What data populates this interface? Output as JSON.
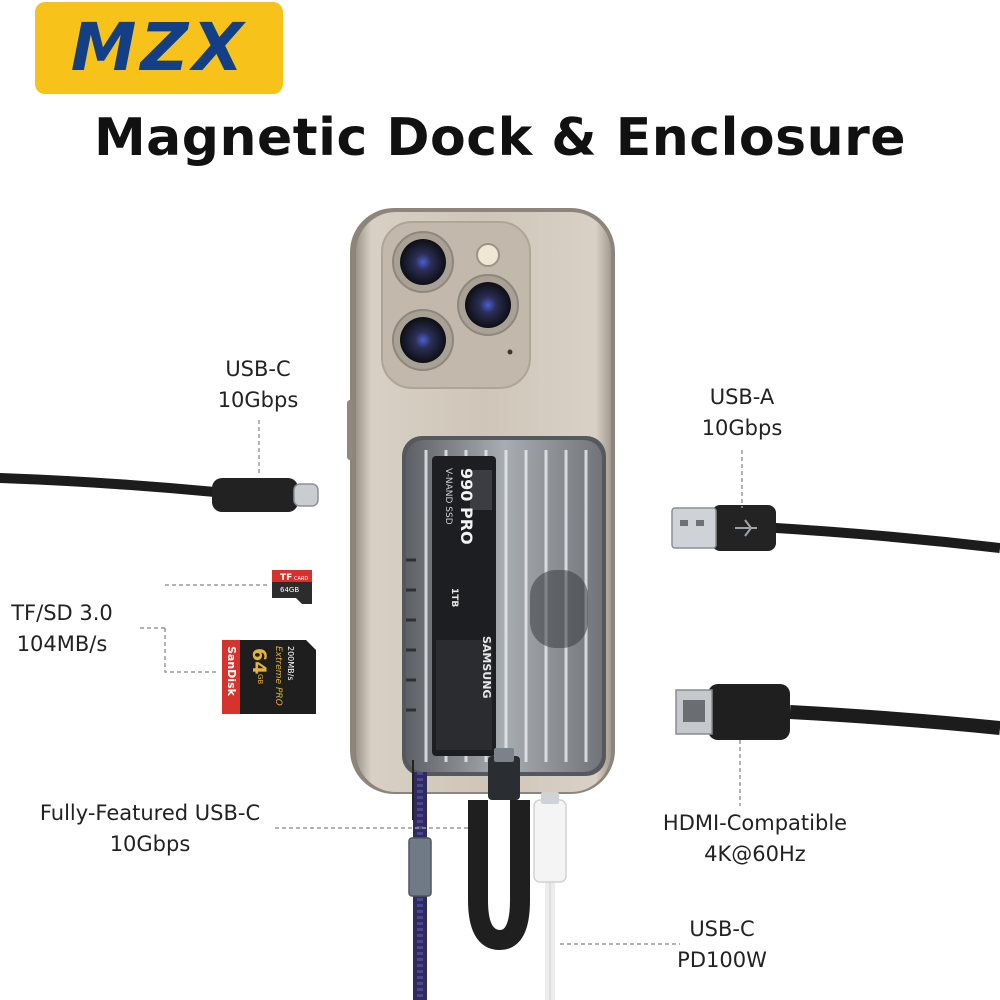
{
  "brand": {
    "logo_text": "MZX",
    "logo_bg": "#f7c21a",
    "logo_fg": "#123f86"
  },
  "title": "Magnetic Dock & Enclosure",
  "ports": {
    "usb_c_top": {
      "line1": "USB-C",
      "line2": "10Gbps"
    },
    "usb_a": {
      "line1": "USB-A",
      "line2": "10Gbps"
    },
    "tf_sd": {
      "line1": "TF/SD 3.0",
      "line2": "104MB/s"
    },
    "usb_c_full": {
      "line1": "Fully-Featured USB-C",
      "line2": "10Gbps"
    },
    "hdmi": {
      "line1": "HDMI-Compatible",
      "line2": "4K@60Hz"
    },
    "usb_c_pd": {
      "line1": "USB-C",
      "line2": "PD100W"
    }
  },
  "ssd": {
    "line1": "V-NAND SSD",
    "line2": "990 PRO",
    "capacity": "1TB",
    "brand": "SAMSUNG"
  },
  "tf_card": {
    "type": "TF",
    "sub": "CARD",
    "capacity": "64GB"
  },
  "sd_card": {
    "brand": "SanDisk",
    "capacity": "64",
    "unit": "GB",
    "line": "Extreme PRO",
    "speed": "200MB/s"
  }
}
